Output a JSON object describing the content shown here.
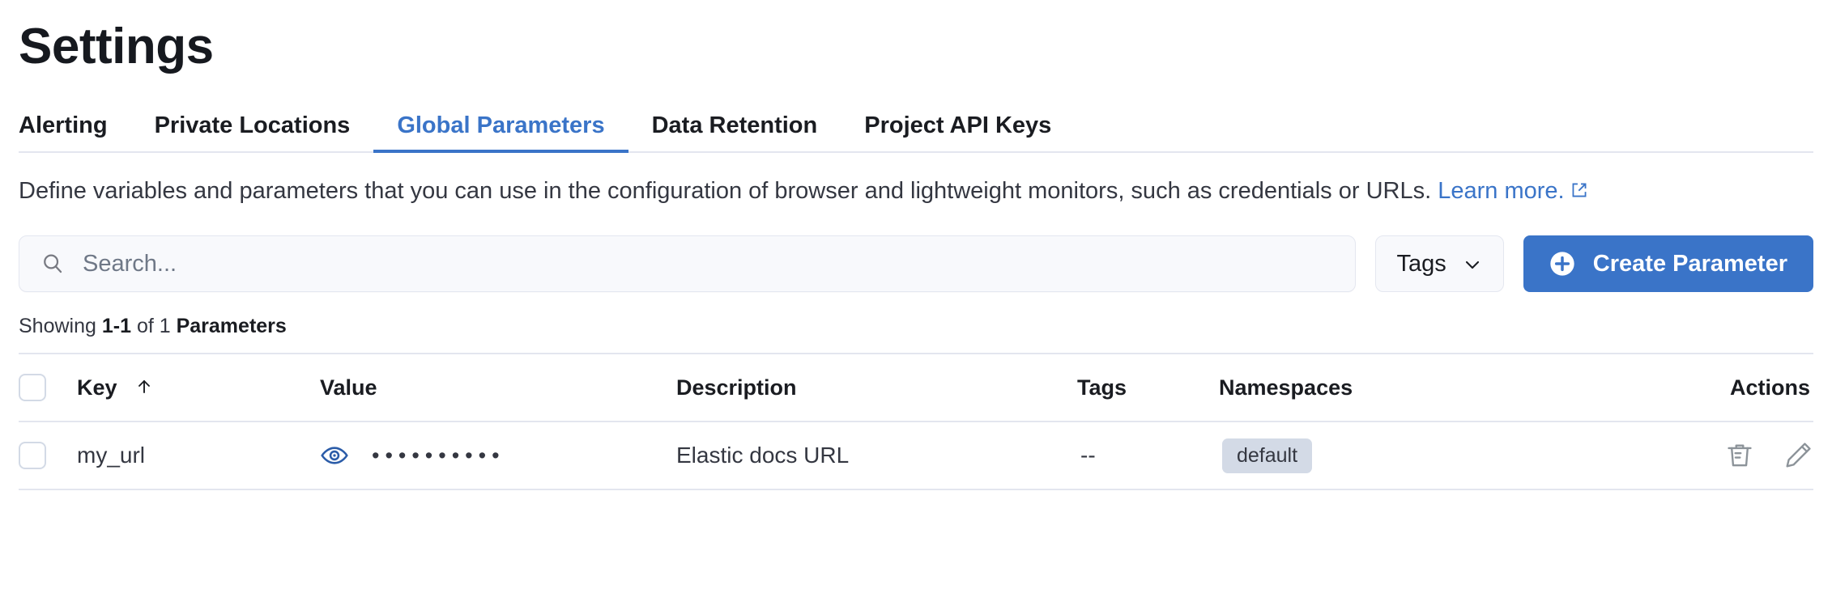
{
  "page": {
    "title": "Settings"
  },
  "tabs": [
    {
      "label": "Alerting",
      "active": false
    },
    {
      "label": "Private Locations",
      "active": false
    },
    {
      "label": "Global Parameters",
      "active": true
    },
    {
      "label": "Data Retention",
      "active": false
    },
    {
      "label": "Project API Keys",
      "active": false
    }
  ],
  "description": {
    "text": "Define variables and parameters that you can use in the configuration of browser and lightweight monitors, such as credentials or URLs.",
    "link_text": "Learn more.",
    "link_icon": "external-link-icon"
  },
  "controls": {
    "search": {
      "placeholder": "Search...",
      "value": "",
      "icon": "search-icon"
    },
    "tags_filter": {
      "label": "Tags",
      "icon": "chevron-down-icon"
    },
    "create_button": {
      "label": "Create Parameter",
      "icon": "plus-circle-icon"
    }
  },
  "results": {
    "prefix": "Showing ",
    "range": "1-1",
    "middle": " of 1 ",
    "entity": "Parameters"
  },
  "table": {
    "columns": [
      {
        "key": "key",
        "label": "Key",
        "sort": "asc",
        "sort_icon": "arrow-up-icon"
      },
      {
        "key": "value",
        "label": "Value"
      },
      {
        "key": "description",
        "label": "Description"
      },
      {
        "key": "tags",
        "label": "Tags"
      },
      {
        "key": "namespaces",
        "label": "Namespaces"
      },
      {
        "key": "actions",
        "label": "Actions"
      }
    ],
    "rows": [
      {
        "key": "my_url",
        "value_masked": "••••••••••",
        "value_toggle_icon": "eye-icon",
        "description": "Elastic docs URL",
        "tags": "--",
        "namespaces": [
          "default"
        ],
        "actions": [
          "trash-icon",
          "pencil-icon"
        ]
      }
    ]
  },
  "colors": {
    "accent_blue": "#3a74c8",
    "text_dark": "#1a1c21",
    "text_body": "#343741",
    "border": "#e3e6ef",
    "badge_bg": "#d3dae6",
    "field_bg": "#f8f9fc"
  }
}
